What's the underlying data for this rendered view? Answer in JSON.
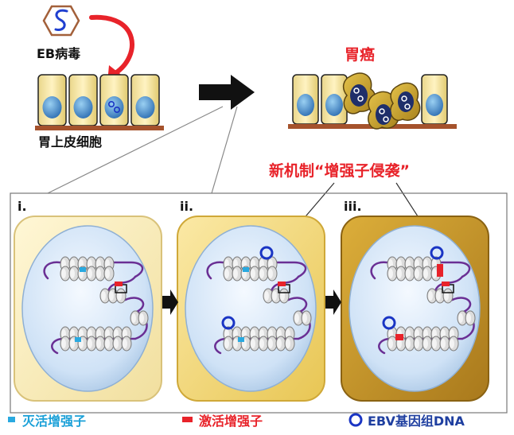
{
  "labels": {
    "virus": "EB病毒",
    "cells": "胃上皮细胞",
    "cancer": "胃癌",
    "mechanism": "新机制“增强子侵袭”"
  },
  "panels": [
    {
      "label": "i."
    },
    {
      "label": "ii."
    },
    {
      "label": "iii."
    }
  ],
  "legend": {
    "inactive": "灭活增强子",
    "active": "激活增强子",
    "ebv": "EBV基因组DNA"
  },
  "colors": {
    "inactive_enhancer": "#29a9e0",
    "active_enhancer": "#e8232a",
    "ebv_dna": "#1a35c4",
    "chromatin": "#6a2f94"
  }
}
